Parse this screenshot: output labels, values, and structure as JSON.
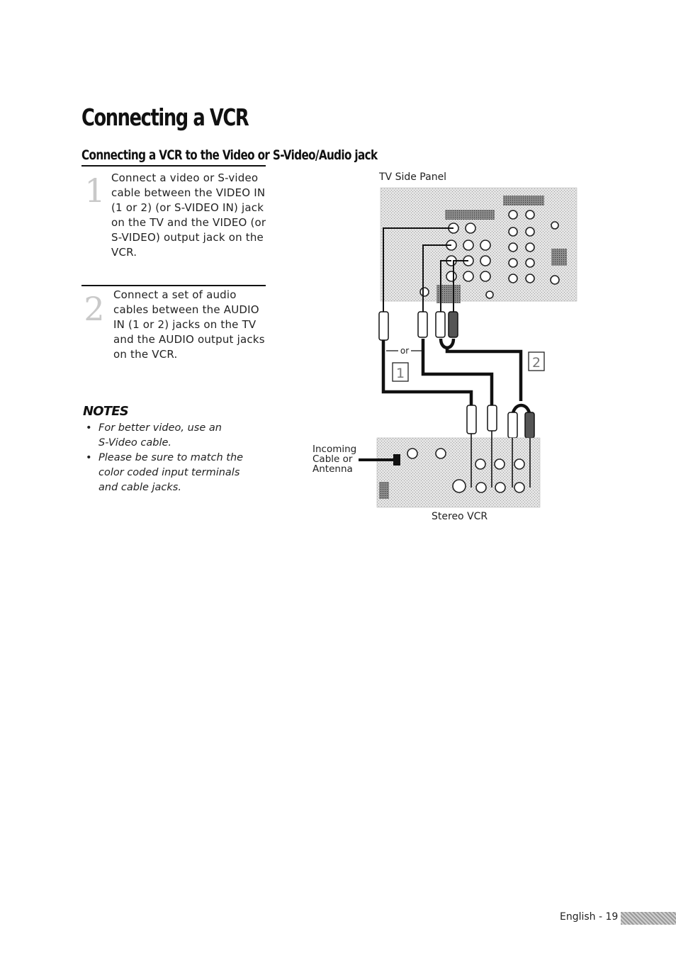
{
  "page": {
    "title": "Connecting a VCR",
    "section_title": "Connecting a VCR to the Video or S-Video/Audio jack"
  },
  "steps": [
    {
      "number": "1",
      "lines": [
        "Connect a video or S-video",
        "cable between the VIDEO IN",
        "(1 or 2) (or S-VIDEO IN) jack",
        "on the TV and the VIDEO (or",
        "S-VIDEO) output jack on the",
        "VCR."
      ]
    },
    {
      "number": "2",
      "lines": [
        "Connect a set of audio",
        "cables between the AUDIO",
        "IN (1 or 2) jacks on the TV",
        "and the AUDIO output jacks",
        "on the VCR."
      ]
    }
  ],
  "notes": {
    "title": "NOTES",
    "items": [
      [
        "For better video, use an",
        "S-Video cable."
      ],
      [
        "Please be sure to match the",
        "color coded input terminals",
        "and cable jacks."
      ]
    ]
  },
  "diagram": {
    "tv_caption": "TV Side Panel",
    "vcr_caption": "Stereo VCR",
    "incoming_lines": [
      "Incoming",
      "Cable or",
      "Antenna"
    ],
    "or_label": "or",
    "callout_1": "1",
    "callout_2": "2"
  },
  "footer": {
    "label": "English - 19"
  }
}
